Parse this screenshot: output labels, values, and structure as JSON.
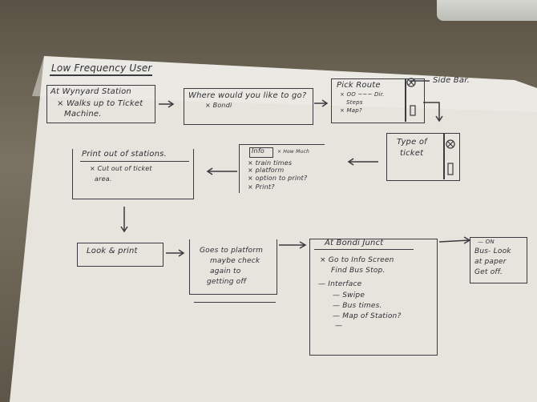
{
  "title": "Low Frequency User",
  "boxes": {
    "wynyard": {
      "title": "At Wynyard Station",
      "line1": "× Walks up to Ticket",
      "line2": "Machine."
    },
    "where": {
      "title": "Where would you like to go?",
      "line1": "× Bondi"
    },
    "pick": {
      "title": "Pick Route",
      "line1": "× OO ~~~ Dir.",
      "line2": "Steps",
      "line3": "× Map?"
    },
    "sidebar_label": "Side Bar.",
    "type": {
      "title": "Type of",
      "line2": "ticket"
    },
    "info": {
      "title": "Info",
      "note": "× How Much",
      "items": [
        "× train times",
        "× platform",
        "× option to print?",
        "× Print?"
      ]
    },
    "printout": {
      "title": "Print out of stations.",
      "line1": "× Cut out of ticket",
      "line2": "area."
    },
    "look": {
      "title": "Look & print"
    },
    "platform": {
      "lines": [
        "Goes to platform",
        "maybe check",
        "again to",
        "getting off"
      ]
    },
    "bondi": {
      "title": "At Bondi Junct",
      "items": [
        "× Go to Info Screen",
        "Find Bus Stop.",
        "— Interface",
        "— Swipe",
        "— Bus times.",
        "— Map of Station?",
        "—"
      ]
    },
    "bus": {
      "lines": [
        "— ON",
        "Bus- Look",
        "at paper",
        "Get off."
      ]
    }
  }
}
